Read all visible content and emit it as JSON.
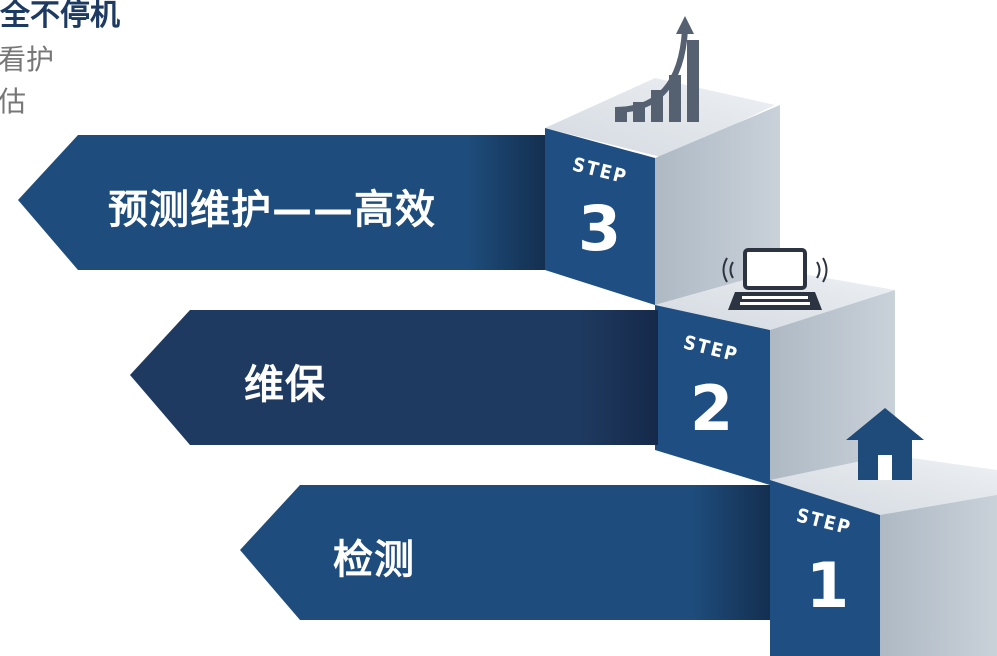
{
  "header": {
    "title": "安全不停机",
    "line1": "线看护",
    "line2": "评估"
  },
  "steps": [
    {
      "label": "检测",
      "step_word": "STEP",
      "number": "1",
      "icon": "house-icon"
    },
    {
      "label": "维保",
      "step_word": "STEP",
      "number": "2",
      "icon": "laptop-wireless-icon"
    },
    {
      "label": "预测维护——高效",
      "step_word": "STEP",
      "number": "3",
      "icon": "growth-bar-chart-icon"
    }
  ],
  "colors": {
    "navy": "#1e4b7a",
    "navy_dark": "#1c3559",
    "cube_front": "#1f4f82",
    "cube_side": "#b8c2cc",
    "cube_top": "#dde2e8"
  }
}
